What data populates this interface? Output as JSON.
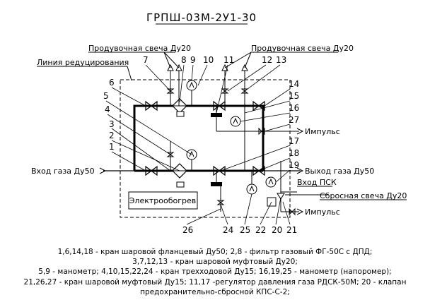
{
  "title": "ГРПШ-03М-2У1-30",
  "labels": {
    "purge_left": "Продувочная свеча Ду20",
    "purge_right": "Продувочная свеча Ду20",
    "reduction_line": "Линия редуцирования",
    "gas_inlet": "Вход газа Ду50",
    "gas_outlet": "Выход газа Ду50",
    "psk_inlet": "Вход ПСК",
    "impulse_top": "Импульс",
    "impulse_bottom": "Импульс",
    "relief_candle": "Сбросная свеча Ду20",
    "heater": "Электрообогрев"
  },
  "numbers": [
    "1",
    "2",
    "3",
    "4",
    "5",
    "6",
    "7",
    "8",
    "9",
    "10",
    "11",
    "12",
    "13",
    "14",
    "15",
    "16",
    "27",
    "17",
    "18",
    "19",
    "20",
    "21",
    "22",
    "24",
    "25",
    "26"
  ],
  "legend": [
    "1,6,14,18 - кран шаровой фланцевый Ду50; 2,8 - фильтр газовый ФГ-50С с ДПД;",
    "3,7,12,13 - кран шаровой муфтовый Ду20;",
    "5,9 - манометр; 4,10,15,22,24 - кран трехходовой Ду15; 16,19,25 - манометр (напоромер);",
    "21,26,27 - кран шаровой муфтовый Ду15; 11,17 -регулятор давления газа РДСК-50М; 20 - клапан",
    "предохранительно-сбросной КПС-С-2;"
  ]
}
